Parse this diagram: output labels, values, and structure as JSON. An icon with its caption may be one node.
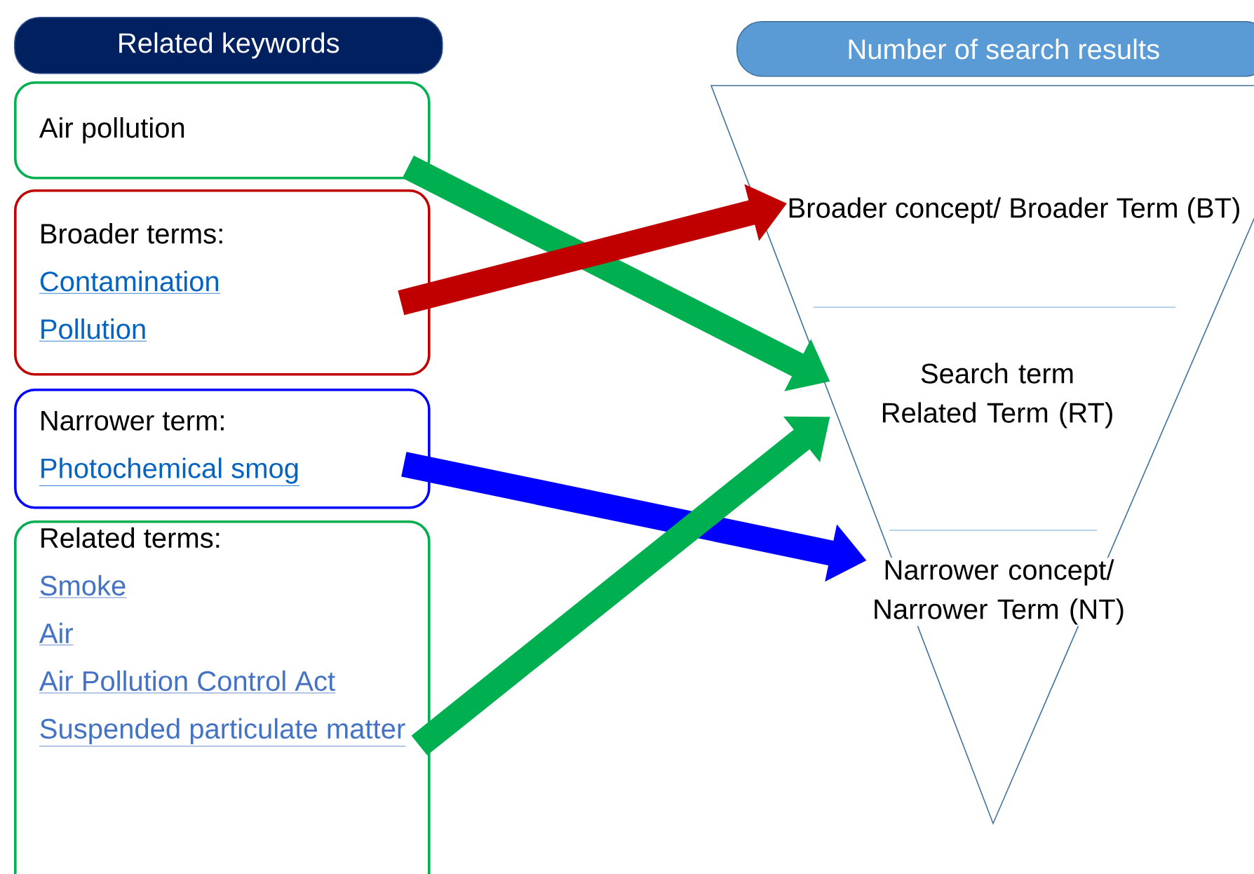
{
  "diagram": {
    "nodes": [
      {
        "text": [
          "Related keywords"
        ]
      },
      {
        "text": [
          "Air pollution"
        ]
      },
      {
        "text": [
          "Broader terms:",
          "Contamination",
          "Pollution"
        ]
      },
      {
        "text": [
          "Narrower term:",
          "Photochemical smog"
        ]
      },
      {
        "text": [
          "Related terms:",
          "Smoke",
          "Air",
          "Air Pollution Control Act",
          "Suspended particulate matter"
        ]
      },
      {
        "text": [
          "Number of search results"
        ]
      },
      {
        "text": [],
        "shape": "triangle"
      },
      {
        "text": [
          "Broader concept/ Broader Term (BT)"
        ],
        "in": 6
      },
      {
        "text": [
          "Search term",
          "Related Term (RT)"
        ],
        "in": 6
      },
      {
        "text": [
          "Narrower concept/ Narrower Term (NT)"
        ],
        "in": 6
      }
    ],
    "edges": [
      {
        "from": 1,
        "to": 8,
        "arrow": "to"
      },
      {
        "from": 2,
        "to": 7,
        "arrow": "to",
        "color": "#c00000"
      },
      {
        "from": 3,
        "to": 9,
        "arrow": "to",
        "color": "#0000ff"
      },
      {
        "from": 4,
        "to": 8,
        "arrow": "to"
      }
    ]
  }
}
